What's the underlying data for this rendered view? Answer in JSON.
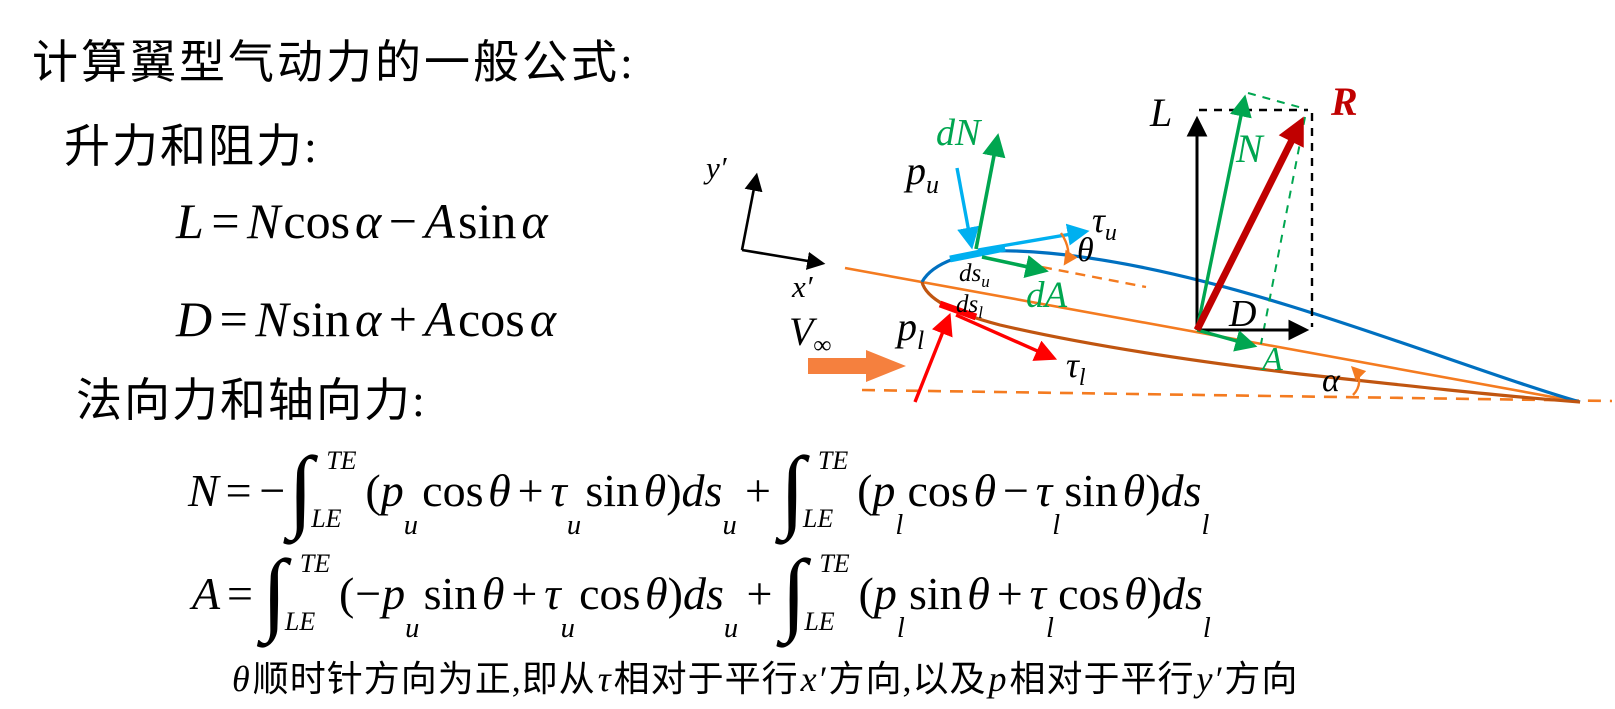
{
  "slide": {
    "title": "计算翼型气动力的一般公式:",
    "section_lift_drag": "升力和阻力:",
    "section_normal_axial": "法向力和轴向力:",
    "note": {
      "theta": "θ",
      "t1": "顺时针方向为正,即从",
      "tau": "τ",
      "t2": "相对于平行",
      "xp": "x′",
      "t3": "方向,以及",
      "p": "p",
      "t4": "相对于平行",
      "yp": "y′",
      "t5": "方向"
    }
  },
  "eq": {
    "int_sign": "∫",
    "limits": {
      "up": "TE",
      "lo": "LE"
    },
    "lift": {
      "lhs": "L",
      "eq": "=",
      "n": "N",
      "cos": "cos",
      "a1": "α",
      "minus": "−",
      "a": "A",
      "sin": "sin",
      "a2": "α"
    },
    "drag": {
      "lhs": "D",
      "eq": "=",
      "n": "N",
      "sin": "sin",
      "a1": "α",
      "plus": "+",
      "a": "A",
      "cos": "cos",
      "a2": "α"
    },
    "normal": {
      "lhs": "N",
      "eq": "=",
      "neg": "−",
      "op1": "(",
      "p1": "p",
      "p1s": "u",
      "cos1": "cos",
      "th1": "θ",
      "pl1": "+",
      "tau1": "τ",
      "tau1s": "u",
      "sin1": "sin",
      "th2": "θ",
      "cp1": ")",
      "ds1": "ds",
      "ds1s": "u",
      "mid": "+",
      "op2": "(",
      "p2": "p",
      "p2s": "l",
      "cos2": "cos",
      "th3": "θ",
      "mn2": "−",
      "tau2": "τ",
      "tau2s": "l",
      "sin2": "sin",
      "th4": "θ",
      "cp2": ")",
      "ds2": "ds",
      "ds2s": "l"
    },
    "axial": {
      "lhs": "A",
      "eq": "=",
      "op1": "(",
      "neg": "−",
      "p1": "p",
      "p1s": "u",
      "sin1": "sin",
      "th1": "θ",
      "pl1": "+",
      "tau1": "τ",
      "tau1s": "u",
      "cos1": "cos",
      "th2": "θ",
      "cp1": ")",
      "ds1": "ds",
      "ds1s": "u",
      "mid": "+",
      "op2": "(",
      "p2": "p",
      "p2s": "l",
      "sin2": "sin",
      "th3": "θ",
      "pl2": "+",
      "tau2": "τ",
      "tau2s": "l",
      "cos2": "cos",
      "th4": "θ",
      "cp2": ")",
      "ds2": "ds",
      "ds2s": "l"
    }
  },
  "diagram": {
    "y_axis_label": "y′",
    "x_axis_label": "x′",
    "v_inf": {
      "main": "V",
      "sub": "∞"
    },
    "p_u": {
      "main": "p",
      "sub": "u"
    },
    "tau_u": {
      "main": "τ",
      "sub": "u"
    },
    "ds_u": {
      "main": "ds",
      "sub": "u"
    },
    "p_l": {
      "main": "p",
      "sub": "l"
    },
    "ds_l": {
      "main": "ds",
      "sub": "l"
    },
    "tau_l": {
      "main": "τ",
      "sub": "l"
    },
    "dN": "dN",
    "dA": "dA",
    "theta": "θ",
    "alpha": "α",
    "L": "L",
    "N": "N",
    "R": "R",
    "D": "D",
    "A": "A",
    "colors": {
      "green": "#00A650",
      "cyan": "#00B0F0",
      "airfoil_blue": "#0070C0",
      "lower_surface_brown": "#C05510",
      "chord_orange": "#F47B20",
      "red": "#FF0000",
      "resultant_dark_red": "#C00000",
      "text_black": "#000000"
    }
  }
}
